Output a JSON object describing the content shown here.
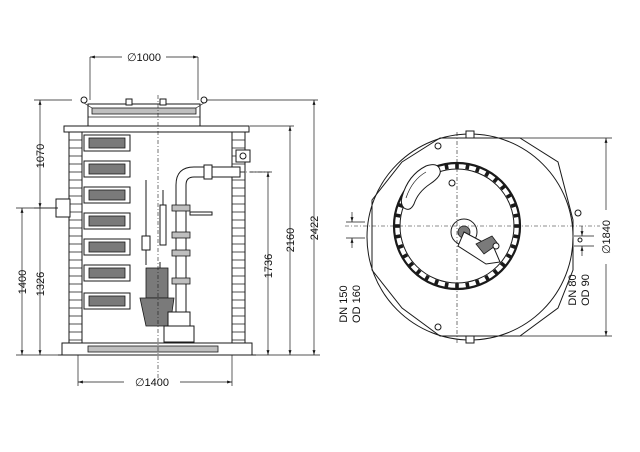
{
  "side_view": {
    "dims": {
      "top_diameter": "∅1000",
      "bottom_diameter": "∅1400",
      "inlet_from_top": "1070",
      "inlet_height": "1400",
      "inlet_pipe_height": "1326",
      "outlet_height": "1736",
      "shaft_height": "2160",
      "total_height": "2422"
    }
  },
  "top_view": {
    "dims": {
      "outer_diameter": "∅1840",
      "inlet_dn": "DN 150",
      "inlet_od": "OD 160",
      "outlet_dn": "DN 80",
      "outlet_od": "OD 90"
    }
  }
}
